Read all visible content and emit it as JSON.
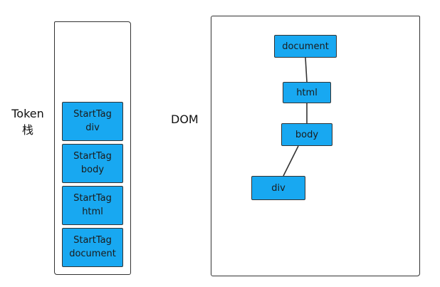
{
  "stack": {
    "label_line1": "Token",
    "label_line2": "栈",
    "items": [
      {
        "line1": "StartTag",
        "line2": "div"
      },
      {
        "line1": "StartTag",
        "line2": "body"
      },
      {
        "line1": "StartTag",
        "line2": "html"
      },
      {
        "line1": "StartTag",
        "line2": "document"
      }
    ]
  },
  "dom": {
    "label": "DOM",
    "nodes": [
      {
        "label": "document"
      },
      {
        "label": "html"
      },
      {
        "label": "body"
      },
      {
        "label": "div"
      }
    ]
  },
  "colors": {
    "node_fill": "#18a8f1",
    "border": "#333333"
  }
}
